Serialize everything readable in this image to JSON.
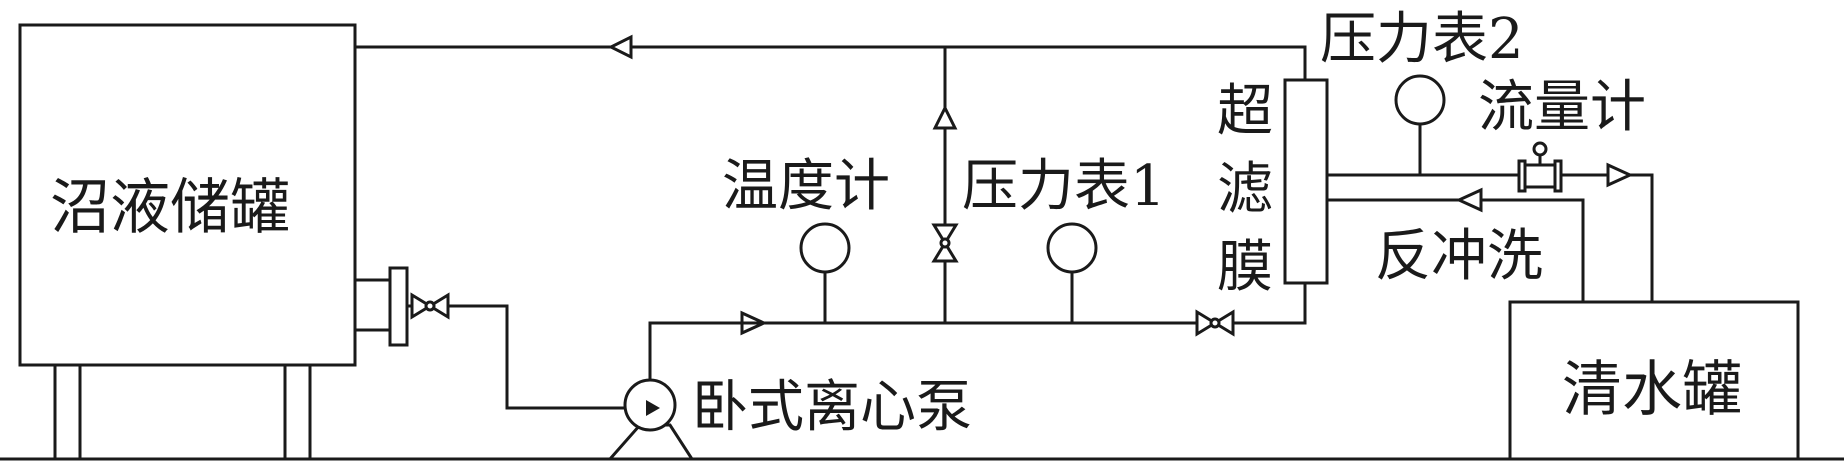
{
  "labels": {
    "storage_tank": "沼液储罐",
    "thermometer": "温度计",
    "pressure_gauge_1": "压力表1",
    "pressure_gauge_2": "压力表2",
    "membrane": [
      "超",
      "滤",
      "膜"
    ],
    "flowmeter": "流量计",
    "backwash": "反冲洗",
    "pump": "卧式离心泵",
    "clean_tank": "清水罐"
  }
}
